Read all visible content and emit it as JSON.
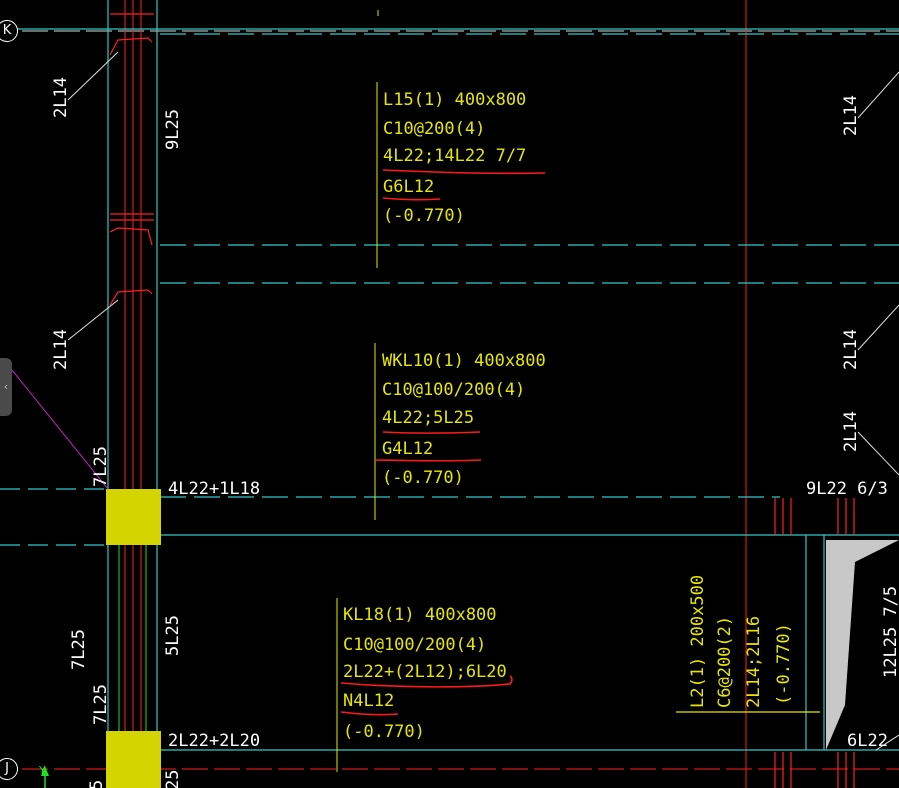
{
  "grid_axes": {
    "top": "K",
    "bottom": "J"
  },
  "ucs": {
    "y_label": "Y"
  },
  "beams": {
    "L15": {
      "lines": [
        "L15(1) 400x800",
        "C10@200(4)",
        "4L22;14L22 7/7",
        "G6L12",
        "(-0.770)"
      ]
    },
    "WKL10": {
      "lines": [
        "WKL10(1) 400x800",
        "C10@100/200(4)",
        "4L22;5L25",
        "G4L12",
        "(-0.770)"
      ]
    },
    "KL18": {
      "lines": [
        "KL18(1) 400x800",
        "C10@100/200(4)",
        "2L22+(2L12);6L20",
        "N4L12",
        "(-0.770)"
      ]
    },
    "L2": {
      "lines": [
        "L2(1) 200x500",
        "C6@200(2)",
        "2L14;2L16",
        "(-0.770)"
      ]
    }
  },
  "rebar_labels": {
    "left_2L14_top": "2L14",
    "left_9L25": "9L25",
    "left_2L14_mid": "2L14",
    "left_7L25_upper": "7L25",
    "left_4L22_1L18": "4L22+1L18",
    "left_5L25": "5L25",
    "left_7L25_low": "7L25",
    "left_7L25_low2": "7L25",
    "left_2L22_2L20": "2L22+2L20",
    "left_bottom_fragment": "5",
    "left_bottom_fragment2": "25",
    "right_2L14_top": "2L14",
    "right_2L14_mid": "2L14",
    "right_2L14_low": "2L14",
    "right_9L22": "9L22 6/3",
    "right_12L25": "12L25 7/5",
    "right_6L22": "6L22"
  },
  "colors": {
    "background": "#000000",
    "text": "#e6e600",
    "axis": "#ff2020",
    "beam_edge": "#30c8c8",
    "column_fill": "#d4d400",
    "leader": "#e0e0e0",
    "markup": "#ff2020",
    "magenta": "#c020c0"
  }
}
